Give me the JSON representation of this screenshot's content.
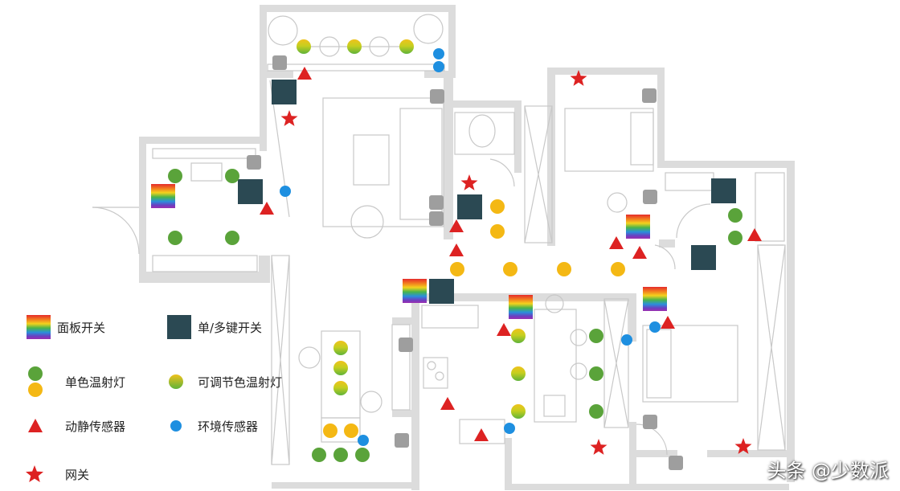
{
  "legend": {
    "panel_switch": "面板开关",
    "multi_key_switch": "单/多键开关",
    "single_color_light": "单色温射灯",
    "tunable_light": "可调节色温射灯",
    "motion_sensor": "动静传感器",
    "env_sensor": "环境传感器",
    "gateway": "网关"
  },
  "watermark": "头条 @少数派",
  "colors": {
    "wall": "#d9d9d9",
    "furniture_line": "#c8c8c8",
    "dark_switch": "#2b4953",
    "single_green": "#5aa33a",
    "single_yellow": "#f4b814",
    "sensor_red": "#dd2222",
    "env_blue": "#1e8fe0",
    "device_gray": "#9a9a9a"
  }
}
